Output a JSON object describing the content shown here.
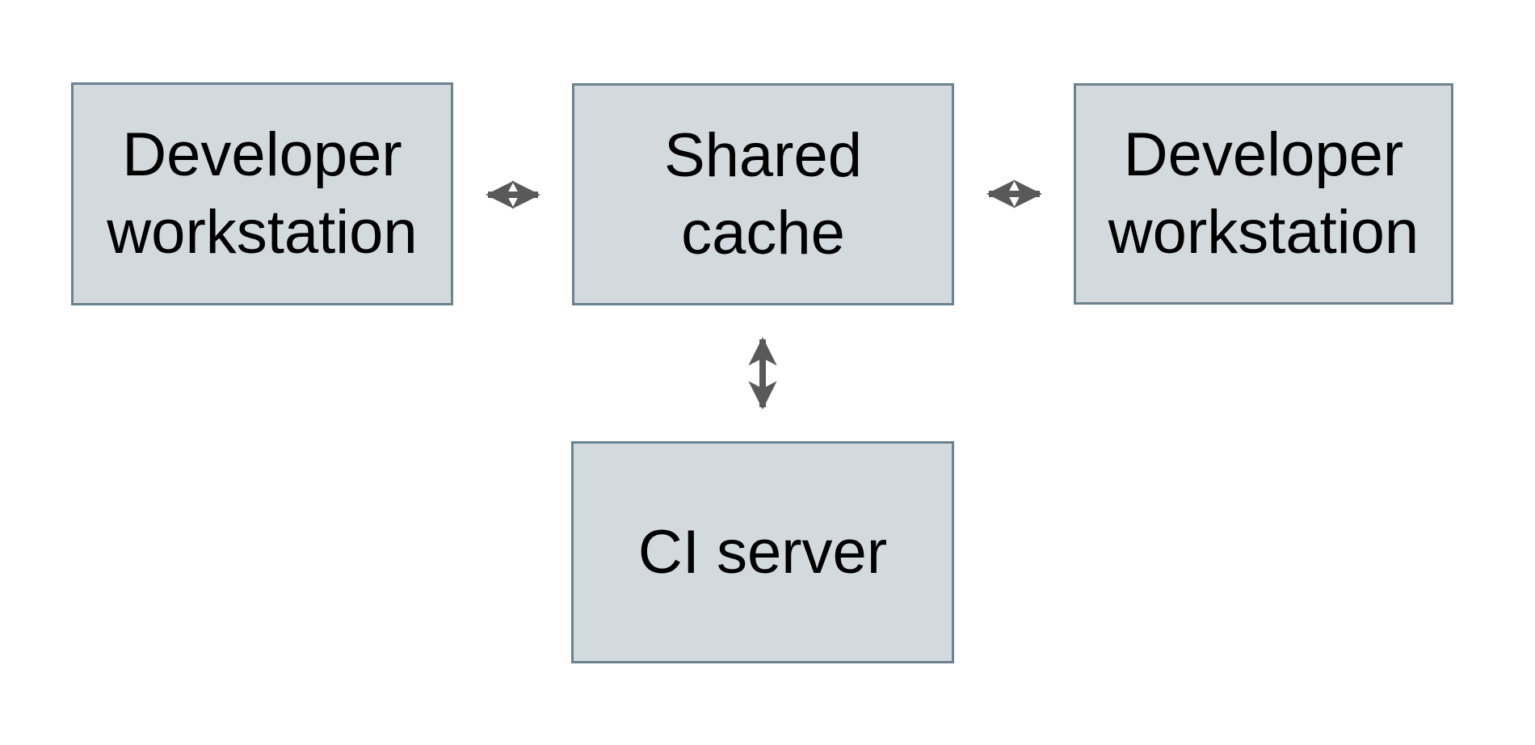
{
  "diagram": {
    "type": "architecture-diagram",
    "background_color": "#ffffff",
    "nodes": [
      {
        "id": "developer-workstation-left",
        "lines": [
          "Developer",
          "workstation"
        ]
      },
      {
        "id": "shared-cache",
        "lines": [
          "Shared",
          "cache"
        ]
      },
      {
        "id": "developer-workstation-right",
        "lines": [
          "Developer",
          "workstation"
        ]
      },
      {
        "id": "ci-server",
        "lines": [
          "CI server"
        ]
      }
    ],
    "edges": [
      {
        "from": "developer-workstation-left",
        "to": "shared-cache",
        "direction": "bidirectional",
        "orientation": "horizontal"
      },
      {
        "from": "shared-cache",
        "to": "developer-workstation-right",
        "direction": "bidirectional",
        "orientation": "horizontal"
      },
      {
        "from": "shared-cache",
        "to": "ci-server",
        "direction": "bidirectional",
        "orientation": "vertical"
      }
    ],
    "colors": {
      "node_fill": "#d3dadd",
      "node_border": "#6b8290",
      "arrow": "#595959",
      "text": "#000000"
    }
  }
}
